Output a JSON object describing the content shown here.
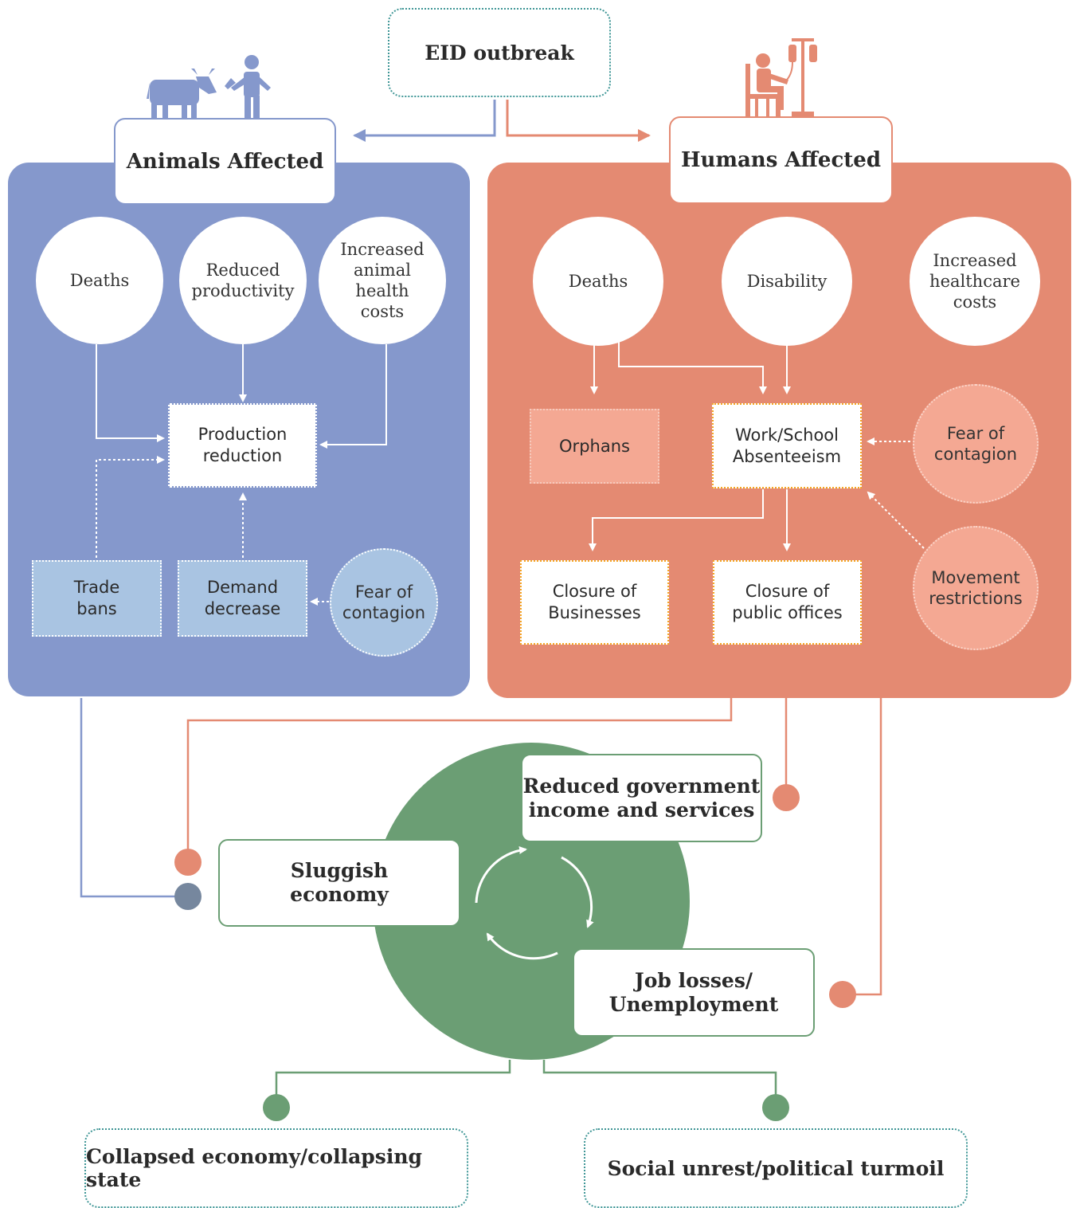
{
  "top": {
    "outbreak": "EID outbreak"
  },
  "animals": {
    "title": "Animals Affected",
    "circles": [
      "Deaths",
      "Reduced\nproductivity",
      "Increased\nanimal\nhealth\ncosts"
    ],
    "production": "Production\nreduction",
    "trade_bans": "Trade\nbans",
    "demand": "Demand\ndecrease",
    "fear": "Fear of\ncontagion"
  },
  "humans": {
    "title": "Humans Affected",
    "circles": [
      "Deaths",
      "Disability",
      "Increased\nhealthcare\ncosts"
    ],
    "orphans": "Orphans",
    "absenteeism": "Work/School\nAbsenteeism",
    "fear": "Fear of\ncontagion",
    "movement": "Movement\nrestrictions",
    "closure_business": "Closure of\nBusinesses",
    "closure_public": "Closure of\npublic offices"
  },
  "cycle": {
    "government": "Reduced government\nincome and services",
    "sluggish": "Sluggish\neconomy",
    "jobs": "Job losses/\nUnemployment"
  },
  "outcomes": {
    "collapse": "Collapsed economy/collapsing state",
    "unrest": "Social unrest/political turmoil"
  },
  "colors": {
    "animal": "#8598cc",
    "human": "#e48a72",
    "green": "#6b9e74",
    "light_blue": "#a9c4e2",
    "salmon": "#f4a893"
  }
}
